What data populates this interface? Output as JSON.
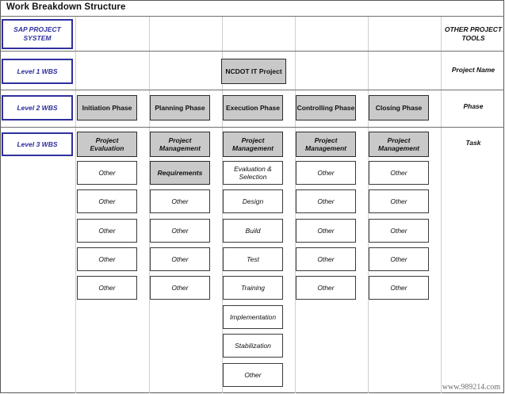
{
  "page": {
    "title": "Work Breakdown Structure",
    "watermark": "www.989214.com"
  },
  "left_labels": [
    {
      "id": "sap-project-system",
      "text": "SAP PROJECT SYSTEM"
    },
    {
      "id": "level-1-wbs",
      "text": "Level 1 WBS"
    },
    {
      "id": "level-2-wbs",
      "text": "Level 2 WBS"
    },
    {
      "id": "level-3-wbs",
      "text": "Level 3 WBS"
    }
  ],
  "right_labels": [
    {
      "id": "other-project-tools",
      "text": "OTHER PROJECT TOOLS"
    },
    {
      "id": "project-name",
      "text": "Project Name"
    },
    {
      "id": "phase",
      "text": "Phase"
    },
    {
      "id": "task",
      "text": "Task"
    }
  ],
  "level1": {
    "label": "NCDOT IT Project"
  },
  "columns": [
    {
      "phase": "Initiation Phase",
      "level3": "Project Evaluation",
      "tasks": [
        {
          "text": "Other",
          "style": "white"
        },
        {
          "text": "Other",
          "style": "white"
        },
        {
          "text": "Other",
          "style": "white"
        },
        {
          "text": "Other",
          "style": "white"
        },
        {
          "text": "Other",
          "style": "white"
        }
      ]
    },
    {
      "phase": "Planning Phase",
      "level3": "Project Management",
      "tasks": [
        {
          "text": "Requirements",
          "style": "grey-italic"
        },
        {
          "text": "Other",
          "style": "white"
        },
        {
          "text": "Other",
          "style": "white"
        },
        {
          "text": "Other",
          "style": "white"
        },
        {
          "text": "Other",
          "style": "white"
        }
      ]
    },
    {
      "phase": "Execution Phase",
      "level3": "Project Management",
      "tasks": [
        {
          "text": "Evaluation & Selection",
          "style": "white"
        },
        {
          "text": "Design",
          "style": "white"
        },
        {
          "text": "Build",
          "style": "white"
        },
        {
          "text": "Test",
          "style": "white"
        },
        {
          "text": "Training",
          "style": "white"
        },
        {
          "text": "Implementation",
          "style": "white"
        },
        {
          "text": "Stabilization",
          "style": "white"
        },
        {
          "text": "Other",
          "style": "white"
        }
      ]
    },
    {
      "phase": "Controlling Phase",
      "level3": "Project Management",
      "tasks": [
        {
          "text": "Other",
          "style": "white"
        },
        {
          "text": "Other",
          "style": "white"
        },
        {
          "text": "Other",
          "style": "white"
        },
        {
          "text": "Other",
          "style": "white"
        },
        {
          "text": "Other",
          "style": "white"
        }
      ]
    },
    {
      "phase": "Closing Phase",
      "level3": "Project Management",
      "tasks": [
        {
          "text": "Other",
          "style": "white"
        },
        {
          "text": "Other",
          "style": "white"
        },
        {
          "text": "Other",
          "style": "white"
        },
        {
          "text": "Other",
          "style": "white"
        },
        {
          "text": "Other",
          "style": "white"
        }
      ]
    }
  ],
  "colors": {
    "wbs_blue": "#2f2f9e",
    "node_grey": "#c9c9c9",
    "grid_line": "#cfcfcf",
    "border_dark": "#5a5a5a"
  }
}
